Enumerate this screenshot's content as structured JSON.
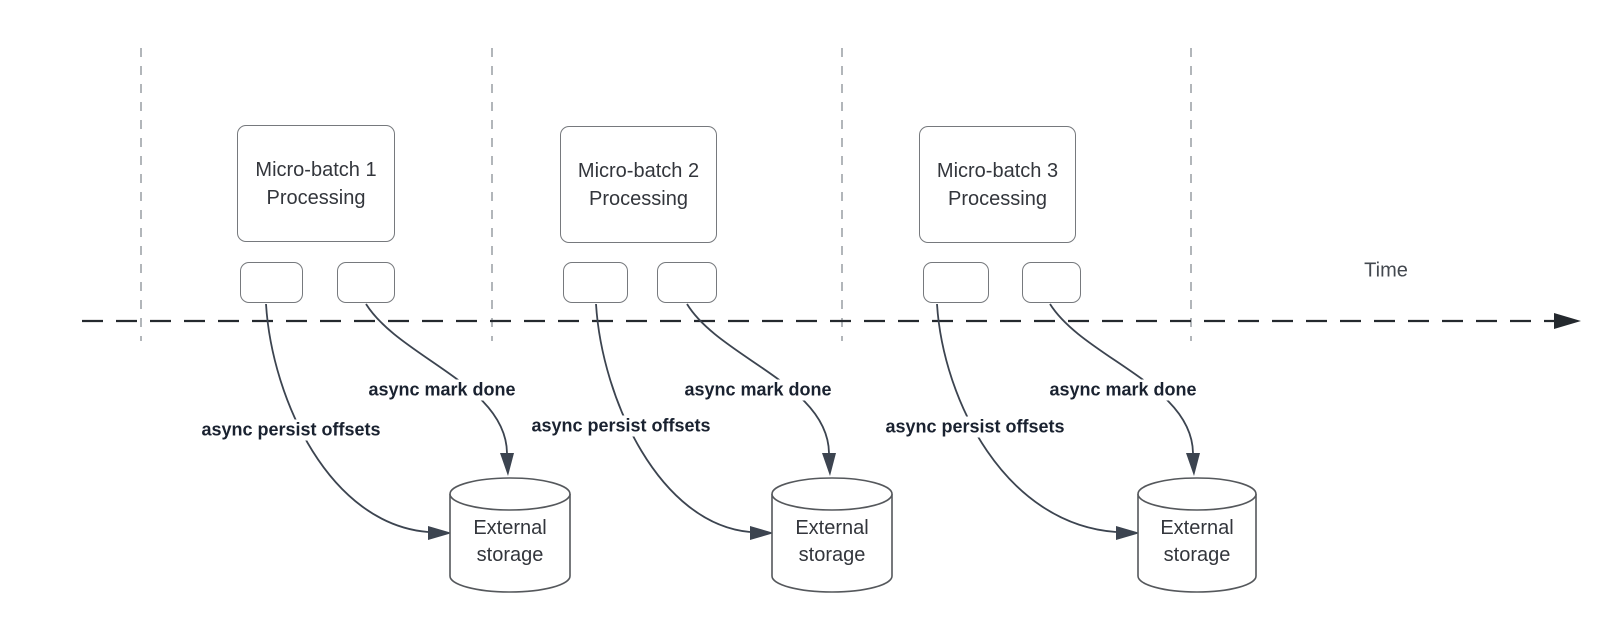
{
  "diagram": {
    "time_axis": {
      "label": "Time"
    },
    "groups": [
      {
        "box_line1": "Micro-batch 1",
        "box_line2": "Processing",
        "persist_label": "async persist offsets",
        "done_label": "async mark done",
        "storage_line1": "External",
        "storage_line2": "storage"
      },
      {
        "box_line1": "Micro-batch 2",
        "box_line2": "Processing",
        "persist_label": "async persist offsets",
        "done_label": "async mark done",
        "storage_line1": "External",
        "storage_line2": "storage"
      },
      {
        "box_line1": "Micro-batch 3",
        "box_line2": "Processing",
        "persist_label": "async persist offsets",
        "done_label": "async mark done",
        "storage_line1": "External",
        "storage_line2": "storage"
      }
    ],
    "colors": {
      "background": "#ffffff",
      "shape_border": "#76797d",
      "shape_text": "#33363c",
      "time_axis": "#24292e",
      "interval_guide": "#9fa4a9",
      "connector": "#3c4450",
      "edge_label_text": "#1a2230"
    }
  }
}
